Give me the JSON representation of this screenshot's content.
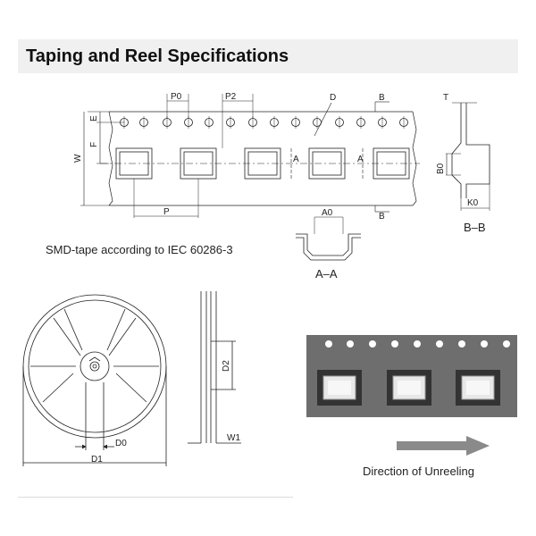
{
  "header": {
    "title": "Taping and Reel Specifications"
  },
  "tape_labels": {
    "p0": "P0",
    "p2": "P2",
    "d": "D",
    "b_top": "B",
    "b_bottom": "B",
    "e": "E",
    "f": "F",
    "w": "W",
    "p": "P",
    "a0": "A0",
    "a_left": "A",
    "a_right": "A",
    "t": "T",
    "b0": "B0",
    "k0": "K0"
  },
  "sections": {
    "bb": "B–B",
    "aa": "A–A"
  },
  "smd_caption": "SMD-tape according to IEC 60286-3",
  "reel_labels": {
    "d0": "D0",
    "d1": "D1",
    "d2": "D2",
    "w1": "W1"
  },
  "direction_caption": "Direction of Unreeling",
  "colors": {
    "tape_gray": "#6e6e6e",
    "pocket_dark": "#333333",
    "arrow_gray": "#8a8a8a",
    "header_bg": "#f0f0f0"
  }
}
